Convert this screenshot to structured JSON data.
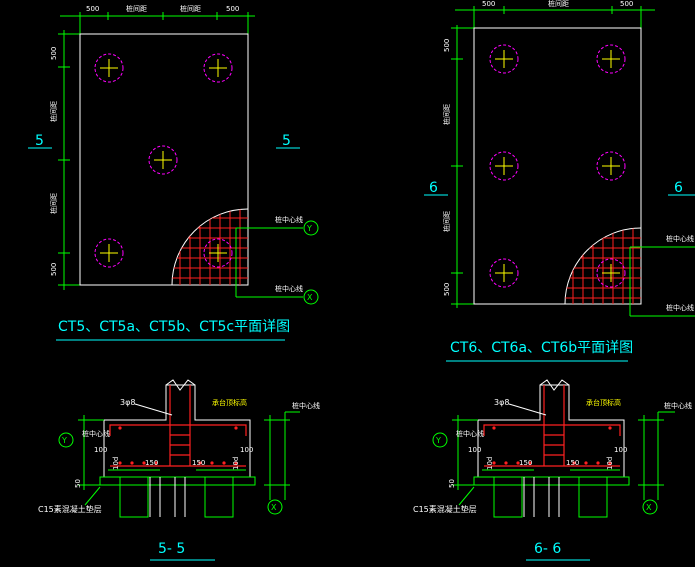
{
  "colors": {
    "background": "#000000",
    "outline": "#ffffff",
    "dimension": "#00ff00",
    "pile_circle": "#ff00ff",
    "crosshair": "#ffff00",
    "title": "#00ffff",
    "rebar": "#ff2020",
    "grid_line": "#00ff00"
  },
  "left": {
    "top_dims": [
      "500",
      "桩间距",
      "桩间距",
      "500"
    ],
    "side_dims": [
      "500",
      "桩间距",
      "桩间距",
      "500"
    ],
    "section_mark": "5",
    "plan_title": "CT5、CT5a、CT5b、CT5c平面详图",
    "axis_y": "Y",
    "axis_x": "X",
    "axis_label": "桩中心线",
    "section_title": "5- 5",
    "rebar_note": "3φ8",
    "top_note": "承台顶标高",
    "dim_100": "100",
    "dim_150": "150",
    "dim_50": "50",
    "dim_d": "10d",
    "cushion_note": "C15素混凝土垫层"
  },
  "right": {
    "top_dims": [
      "500",
      "桩间距",
      "500"
    ],
    "side_dims": [
      "500",
      "桩间距",
      "桩间距",
      "500"
    ],
    "section_mark": "6",
    "plan_title": "CT6、CT6a、CT6b平面详图",
    "axis_y": "Y",
    "axis_x": "X",
    "axis_label": "桩中心线",
    "section_title": "6- 6",
    "rebar_note": "3φ8",
    "top_note": "承台顶标高",
    "dim_100": "100",
    "dim_150": "150",
    "dim_50": "50",
    "dim_d": "10d",
    "cushion_note": "C15素混凝土垫层"
  }
}
